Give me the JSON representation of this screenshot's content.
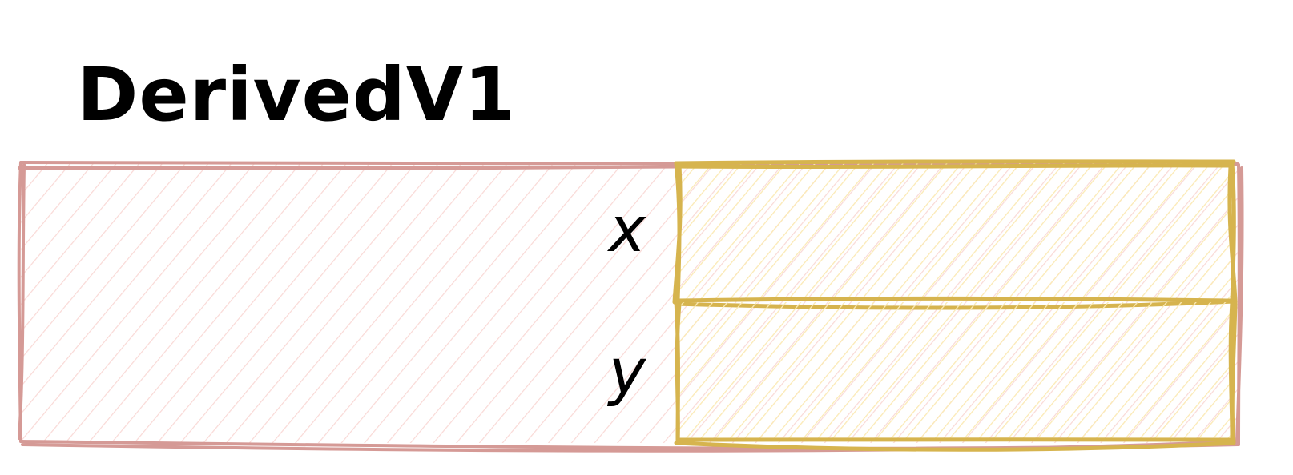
{
  "diagram": {
    "title": "DerivedV1",
    "fields": [
      {
        "name": "x"
      },
      {
        "name": "y"
      }
    ],
    "colors": {
      "outer_stroke": "#d59a96",
      "outer_hatch": "#f9d9d6",
      "field_stroke": "#d6b44e",
      "field_hatch": "#fbeab5",
      "text": "#000000",
      "background": "#ffffff"
    }
  }
}
